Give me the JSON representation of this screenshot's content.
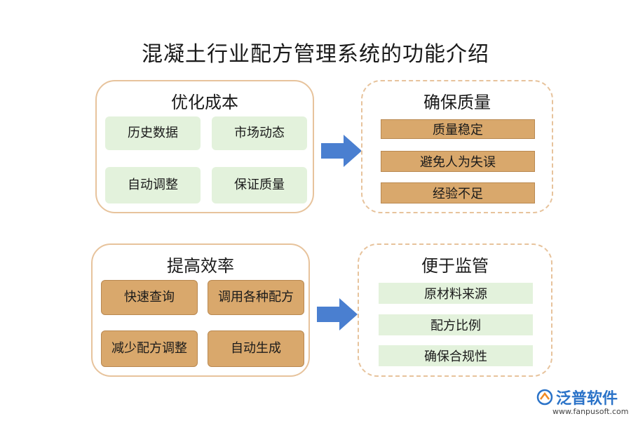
{
  "title": "混凝土行业配方管理系统的功能介绍",
  "panels": {
    "cost": {
      "title": "优化成本",
      "items": [
        "历史数据",
        "市场动态",
        "自动调整",
        "保证质量"
      ]
    },
    "quality": {
      "title": "确保质量",
      "items": [
        "质量稳定",
        "避免人为失误",
        "经验不足"
      ]
    },
    "efficiency": {
      "title": "提高效率",
      "items": [
        "快速查询",
        "调用各种配方",
        "减少配方调整",
        "自动生成"
      ]
    },
    "supervision": {
      "title": "便于监管",
      "items": [
        "原材料来源",
        "配方比例",
        "确保合规性"
      ]
    }
  },
  "logo": {
    "name": "泛普软件",
    "url": "www.fanpusoft.com"
  },
  "colors": {
    "border": "#e7c39c",
    "green_chip": "#e3f2dc",
    "orange_chip": "#d9a86c",
    "arrow": "#4a7fd0"
  }
}
